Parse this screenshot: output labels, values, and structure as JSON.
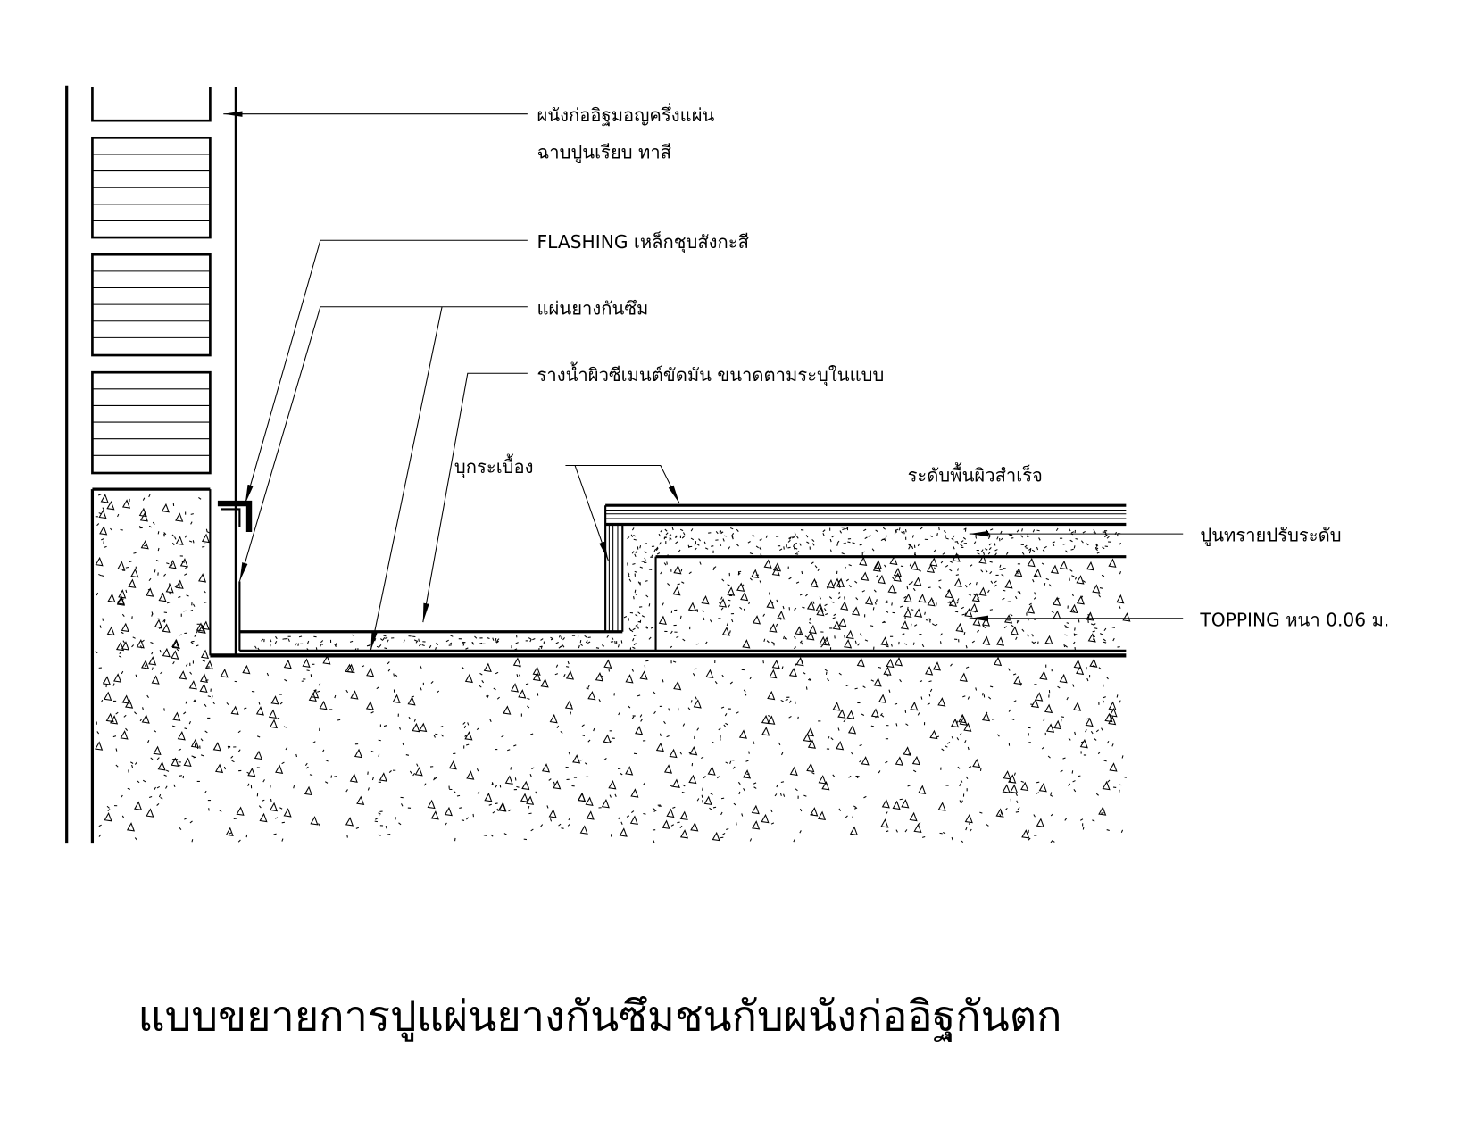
{
  "labels": {
    "wall_line1": "ผนังก่ออิฐมอญครึ่งแผ่น",
    "wall_line2": "ฉาบปูนเรียบ ทาสี",
    "flashing": "FLASHING เหล็กชุบสังกะสี",
    "membrane": "แผ่นยางกันซึม",
    "gutter": "รางน้ำผิวซีเมนต์ขัดมัน ขนาดตามระบุในแบบ",
    "tile": "บุกระเบื้อง",
    "finished_level": "ระดับพื้นผิวสำเร็จ",
    "screed": "ปูนทรายปรับระดับ",
    "topping": "TOPPING หนา 0.06 ม."
  },
  "title": "แบบขยายการปูแผ่นยางกันซึมชนกับผนังก่ออิฐกันตก",
  "colors": {
    "line": "#000000",
    "background": "#ffffff"
  }
}
